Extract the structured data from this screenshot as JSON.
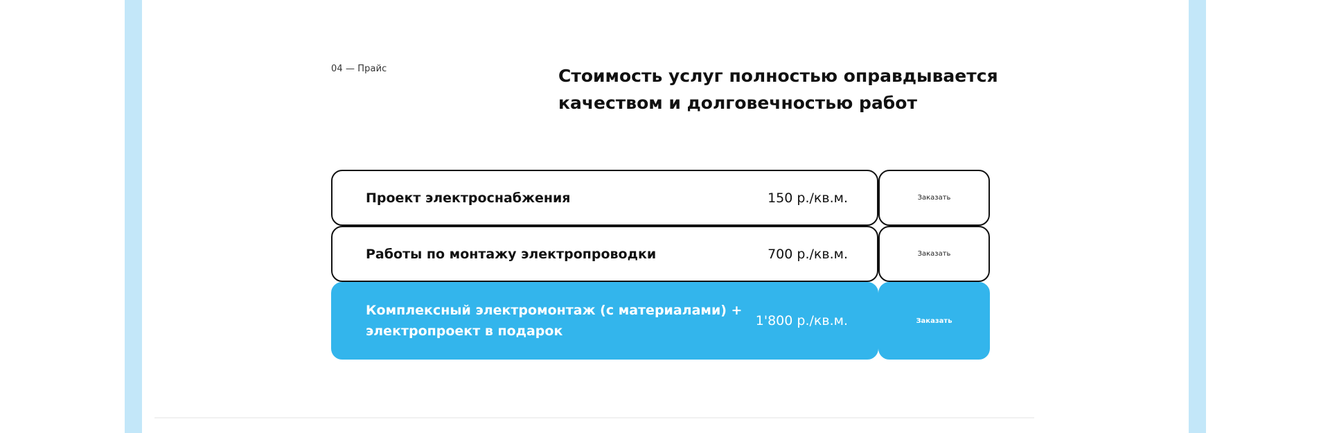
{
  "section": {
    "label": "04 — Прайс",
    "headline": "Стоимость услуг полностью оправдывается качеством и долговечностью работ"
  },
  "price_list": {
    "rows": [
      {
        "name": "Проект электроснабжения",
        "price": "150 р./кв.м.",
        "button": "Заказать",
        "featured": false
      },
      {
        "name": "Работы по монтажу электропроводки",
        "price": "700 р./кв.м.",
        "button": "Заказать",
        "featured": false
      },
      {
        "name": "Комплексный электромонтаж (с материалами) + электропроект в подарок",
        "price": "1'800 р./кв.м.",
        "button": "Заказать",
        "featured": true
      }
    ]
  },
  "colors": {
    "accent": "#33b5ec",
    "side_strip": "#c3e7f9",
    "border": "#111111"
  }
}
